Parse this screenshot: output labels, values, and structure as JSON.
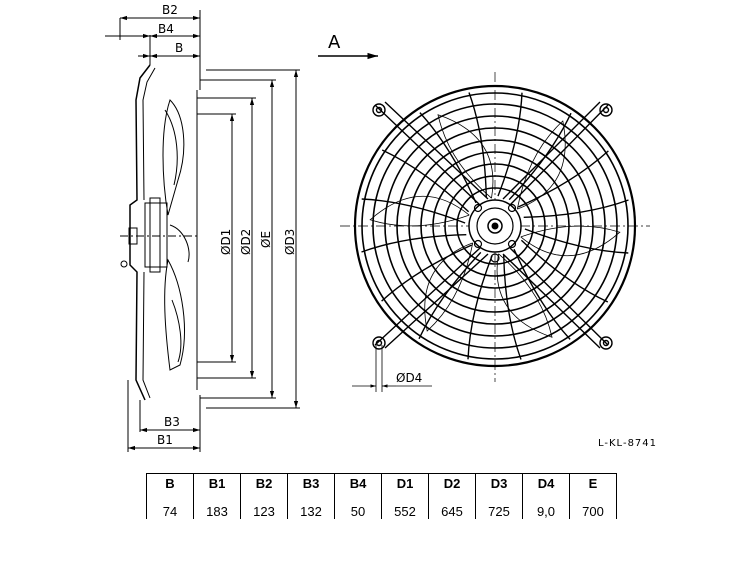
{
  "drawing": {
    "view_arrow_label": "A",
    "side_labels": {
      "b2": "B2",
      "b4": "B4",
      "b": "B",
      "b3": "B3",
      "b1": "B1",
      "d1": "ØD1",
      "d2": "ØD2",
      "e": "ØE",
      "d3": "ØD3"
    },
    "front_labels": {
      "d4": "ØD4"
    },
    "reference": "L-KL-8741"
  },
  "table": {
    "headers": [
      "B",
      "B1",
      "B2",
      "B3",
      "B4",
      "D1",
      "D2",
      "D3",
      "D4",
      "E"
    ],
    "values": [
      "74",
      "183",
      "123",
      "132",
      "50",
      "552",
      "645",
      "725",
      "9,0",
      "700"
    ]
  }
}
